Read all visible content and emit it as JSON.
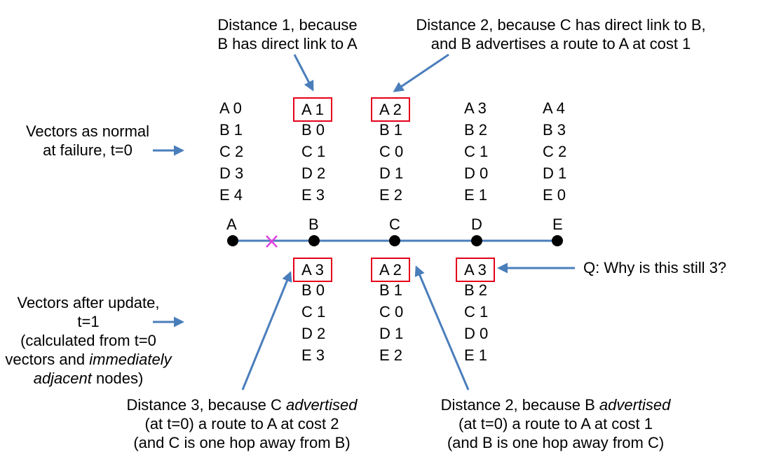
{
  "labels": {
    "normal_title_line1": "Vectors as normal",
    "normal_title_line2": "at failure, t=0",
    "after_line1": "Vectors after update,",
    "after_line2": "t=1",
    "after_line3": "(calculated from t=0",
    "after_line4_pre": "vectors and ",
    "after_line4_italic": "immediately",
    "after_line5_italic": "adjacent",
    "after_line5_post": " nodes)",
    "question": "Q: Why is this still 3?"
  },
  "annotations": {
    "b_line1": "Distance 1, because",
    "b_line2": "B has direct link to A",
    "c_line1": "Distance 2, because C has direct link to B,",
    "c_line2": "and B advertises a route to A at cost 1",
    "b_bottom_line1_pre": "Distance 3, because C ",
    "b_bottom_line1_italic": "advertised",
    "b_bottom_line2": "(at t=0) a route to A at cost 2",
    "b_bottom_line3": "(and C is one hop away from B)",
    "c_bottom_line1_pre": "Distance 2, because B ",
    "c_bottom_line1_italic": "advertised",
    "c_bottom_line2": "(at t=0) a route to A at cost 1",
    "c_bottom_line3": "(and B is one hop away from C)"
  },
  "nodes": [
    "A",
    "B",
    "C",
    "D",
    "E"
  ],
  "failure_mark": "X",
  "vectors_t0": {
    "A": [
      "A 0",
      "B 1",
      "C 2",
      "D 3",
      "E 4"
    ],
    "B": [
      "A 1",
      "B 0",
      "C 1",
      "D 2",
      "E 3"
    ],
    "C": [
      "A 2",
      "B 1",
      "C 0",
      "D 1",
      "E 2"
    ],
    "D": [
      "A 3",
      "B 2",
      "C 1",
      "D 0",
      "E 1"
    ],
    "E": [
      "A 4",
      "B 3",
      "C 2",
      "D 1",
      "E 0"
    ]
  },
  "vectors_t1": {
    "B": [
      "A 3",
      "B 0",
      "C 1",
      "D 2",
      "E 3"
    ],
    "C": [
      "A 2",
      "B 1",
      "C 0",
      "D 1",
      "E 2"
    ],
    "D": [
      "A 3",
      "B 2",
      "C 1",
      "D 0",
      "E 1"
    ]
  },
  "colors": {
    "arrow": "#4a7ebb",
    "highlight_box": "#e3001b",
    "failure_mark": "#e040e0",
    "node": "#000000"
  }
}
